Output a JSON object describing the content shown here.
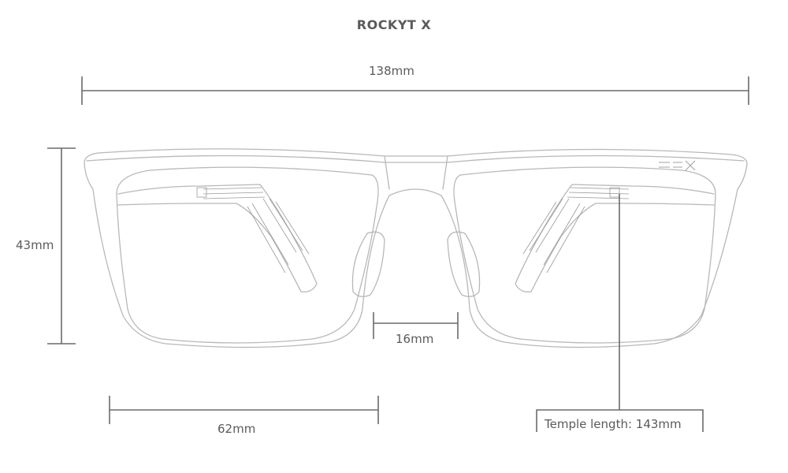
{
  "product": {
    "name": "ROCKYT X"
  },
  "dimensions": {
    "frame_width": "138mm",
    "lens_height": "43mm",
    "bridge_width": "16mm",
    "lens_width": "62mm",
    "temple_length": "Temple length: 143mm"
  },
  "colors": {
    "line": "#6b6b6b",
    "frame_outline": "#b8b8b8",
    "text": "#5a5a5a",
    "background": "#ffffff"
  }
}
